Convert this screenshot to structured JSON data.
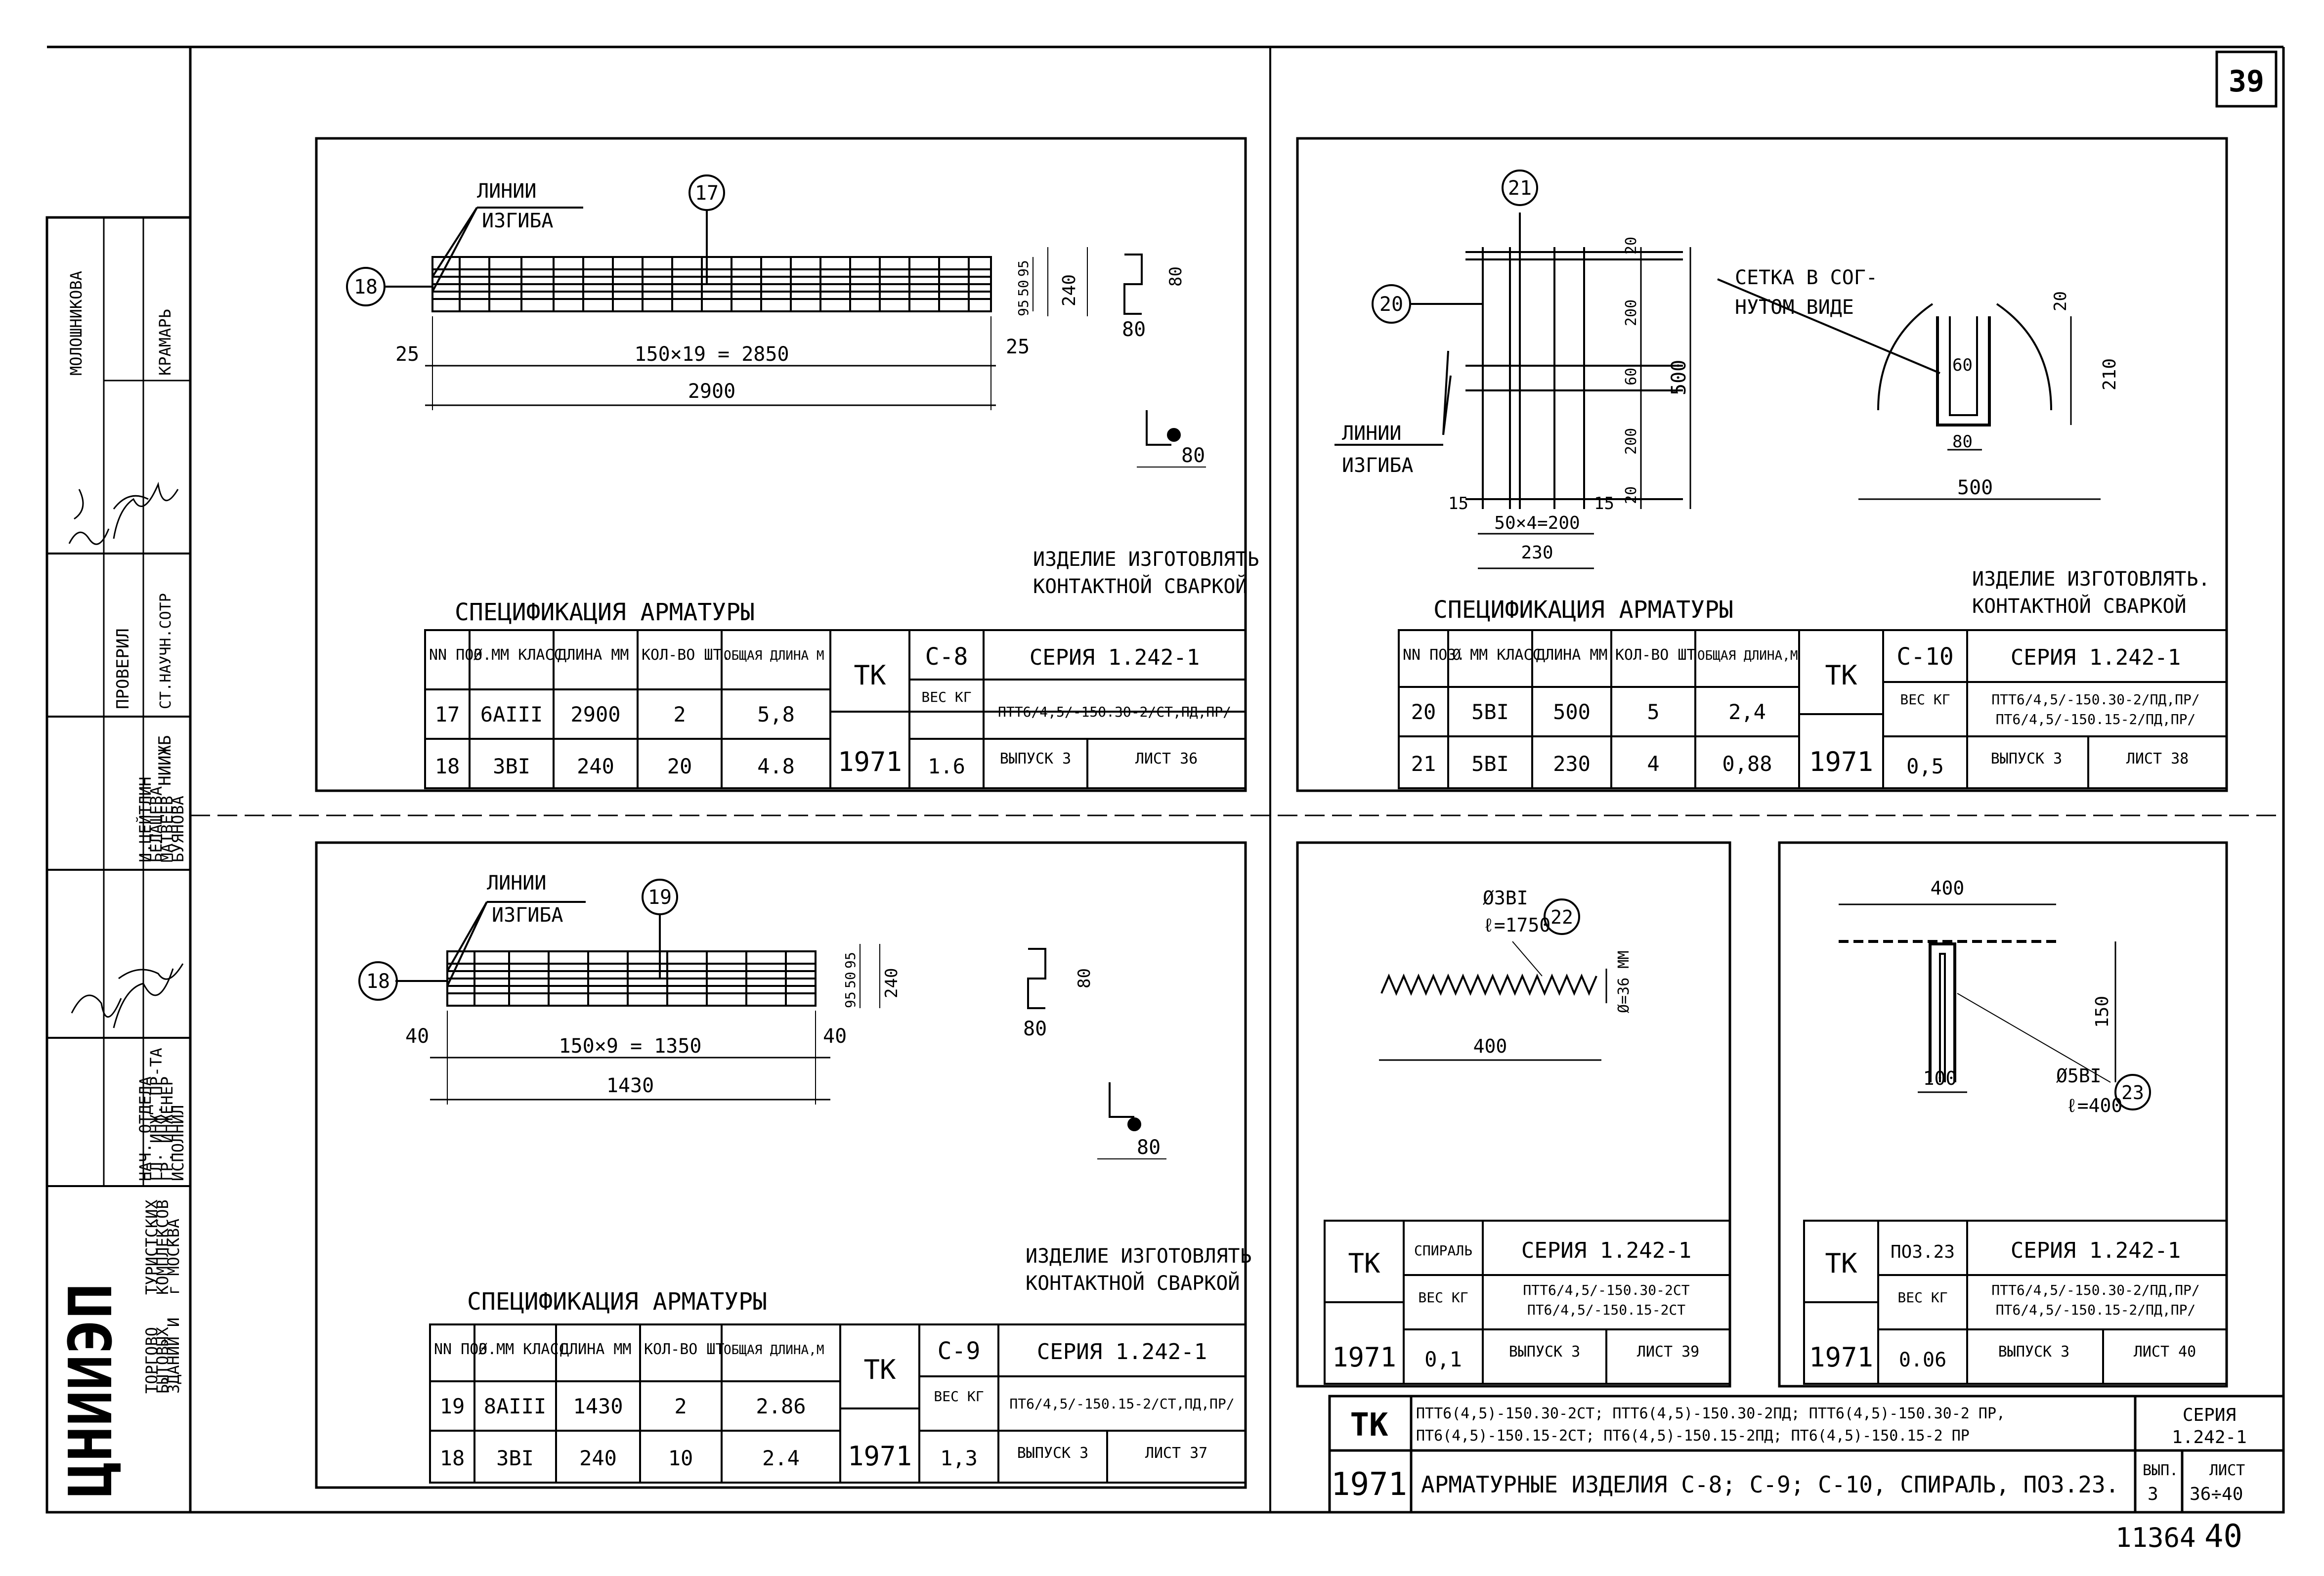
{
  "sheet_number": "39",
  "bottom_numbers": {
    "archive": "11364",
    "page": "40"
  },
  "side_stamp": {
    "org": "ЦНИИЭП",
    "org_full": [
      "ТОРГОВО",
      "БЫТОВЫХ",
      "ЗДАНИЙ И",
      "ТУРИСТСКИХ",
      "КОМПЛЕКСОВ",
      "г МОСКВА"
    ],
    "roles": [
      "НАЧ. ОТДЕЛА",
      "ГЛ. ИНЖ. ПР-ТА",
      "ГР. ИНЖЕНЕР",
      "ИСПОЛНИЛ"
    ],
    "names": [
      "И.ЦЕЙТЛИН",
      "БЕЛАЩЕВА",
      "МАТВЕЕВ",
      "БУЯНОВА"
    ],
    "check": {
      "label": "ПРОВЕРИЛ",
      "role": "СТ.НАУЧН.СОТР",
      "org": "НИИЖБ"
    },
    "check_names": [
      "МОЛОШНИКОВА",
      "КРАМАРЬ"
    ]
  },
  "panels": {
    "c8": {
      "labels": {
        "bend": "ЛИНИИ",
        "bend2": "ИЗГИБА",
        "pos17": "17",
        "pos18": "18"
      },
      "dims": {
        "span": "150×19 = 2850",
        "total": "2900",
        "left": "25",
        "right": "25",
        "h1": "95",
        "h2": "50",
        "h3": "95",
        "h_tot": "240",
        "w80": "80",
        "h80": "80",
        "l80": "80"
      },
      "note": [
        "ИЗДЕЛИЕ ИЗГОТОВЛЯТЬ",
        "КОНТАКТНОЙ СВАРКОЙ"
      ],
      "spec_title": "СПЕЦИФИКАЦИЯ АРМАТУРЫ",
      "headers": [
        "NN ПОЗ.",
        "Ø ММ КЛАСС",
        "ДЛИНА ММ",
        "КОЛ-ВО ШТ.",
        "ОБЩАЯ ДЛИНА М"
      ],
      "rows": [
        [
          "17",
          "6АIII",
          "2900",
          "2",
          "5,8"
        ],
        [
          "18",
          "3ВI",
          "240",
          "20",
          "4.8"
        ]
      ],
      "tk": "ТК",
      "mark": "С-8",
      "series": "СЕРИЯ 1.242-1",
      "weight_label": "ВЕС КГ",
      "weight": "1.6",
      "year": "1971",
      "products": "ПТТ6/4,5/-150.30-2/СТ,ПД,ПР/",
      "issue": "ВЫПУСК 3",
      "sheet": "ЛИСТ 36"
    },
    "c9": {
      "labels": {
        "bend": "ЛИНИИ",
        "bend2": "ИЗГИБА",
        "pos19": "19",
        "pos18": "18"
      },
      "dims": {
        "span": "150×9 = 1350",
        "total": "1430",
        "left": "40",
        "right": "40",
        "h1": "95",
        "h2": "50",
        "h3": "95",
        "h_tot": "240",
        "w80": "80",
        "h80": "80",
        "l80": "80"
      },
      "note": [
        "ИЗДЕЛИЕ ИЗГОТОВЛЯТЬ",
        "КОНТАКТНОЙ СВАРКОЙ"
      ],
      "spec_title": "СПЕЦИФИКАЦИЯ АРМАТУРЫ",
      "headers": [
        "NN ПОЗ.",
        "Ø ММ КЛАСС",
        "ДЛИНА ММ",
        "КОЛ-ВО ШТ",
        "ОБЩАЯ ДЛИНА,М"
      ],
      "rows": [
        [
          "19",
          "8АIII",
          "1430",
          "2",
          "2.86"
        ],
        [
          "18",
          "3ВI",
          "240",
          "10",
          "2.4"
        ]
      ],
      "tk": "ТК",
      "mark": "С-9",
      "series": "СЕРИЯ 1.242-1",
      "weight_label": "ВЕС КГ",
      "weight": "1,3",
      "year": "1971",
      "products": "ПТ6/4,5/-150.15-2/СТ,ПД,ПР/",
      "issue": "ВЫПУСК 3",
      "sheet": "ЛИСТ 37"
    },
    "c10": {
      "labels": {
        "pos21": "21",
        "pos20": "20",
        "bend": "ЛИНИИ",
        "bend2": "ИЗГИБА",
        "mesh": "СЕТКА В СОГ-",
        "mesh2": "НУТОМ ВИДЕ"
      },
      "dims": {
        "d20a": "20",
        "d200a": "200",
        "d60": "60",
        "d200b": "200",
        "d20b": "20",
        "d500": "500",
        "span": "50×4=200",
        "l15": "15",
        "r15": "15",
        "total": "230",
        "r20": "20",
        "r210": "210",
        "r60": "60",
        "r80": "80",
        "r500": "500"
      },
      "note": [
        "ИЗДЕЛИЕ ИЗГОТОВЛЯТЬ.",
        "КОНТАКТНОЙ СВАРКОЙ"
      ],
      "spec_title": "СПЕЦИФИКАЦИЯ АРМАТУРЫ",
      "headers": [
        "NN ПОЗ.",
        "Ø ММ КЛАСС",
        "ДЛИНА ММ",
        "КОЛ-ВО ШТ",
        "ОБЩАЯ ДЛИНА,М"
      ],
      "rows": [
        [
          "20",
          "5ВI",
          "500",
          "5",
          "2,4"
        ],
        [
          "21",
          "5ВI",
          "230",
          "4",
          "0,88"
        ]
      ],
      "tk": "ТК",
      "mark": "С-10",
      "series": "СЕРИЯ 1.242-1",
      "weight_label": "ВЕС КГ",
      "weight": "0,5",
      "year": "1971",
      "products": [
        "ПТТ6/4,5/-150.30-2/ПД,ПР/",
        "ПТ6/4,5/-150.15-2/ПД,ПР/"
      ],
      "issue": "ВЫПУСК 3",
      "sheet": "ЛИСТ 38"
    },
    "spiral": {
      "labels": {
        "dia": "Ø3ВI",
        "len": "ℓ=1750",
        "pos": "22",
        "height": "Ø=36 ММ",
        "width": "400"
      },
      "tk": "ТК",
      "mark": "СПИРАЛЬ",
      "series": "СЕРИЯ 1.242-1",
      "weight_label": "ВЕС КГ",
      "weight": "0,1",
      "year": "1971",
      "products": [
        "ПТТ6/4,5/-150.30-2СТ",
        "ПТ6/4,5/-150.15-2СТ"
      ],
      "issue": "ВЫПУСК 3",
      "sheet": "ЛИСТ 39"
    },
    "pos23": {
      "labels": {
        "w400": "400",
        "h150": "150",
        "w100": "100",
        "dia": "Ø5ВI",
        "len": "ℓ=400",
        "pos": "23"
      },
      "tk": "ТК",
      "mark": "ПОЗ.23",
      "series": "СЕРИЯ 1.242-1",
      "weight_label": "ВЕС КГ",
      "weight": "0.06",
      "year": "1971",
      "products": [
        "ПТТ6/4,5/-150.30-2/ПД,ПР/",
        "ПТ6/4,5/-150.15-2/ПД,ПР/"
      ],
      "issue": "ВЫПУСК 3",
      "sheet": "ЛИСТ 40"
    }
  },
  "title_block": {
    "tk": "ТК",
    "year": "1971",
    "products_line1": "ПТТ6(4,5)-150.30-2СТ; ПТТ6(4,5)-150.30-2ПД; ПТТ6(4,5)-150.30-2 ПР,",
    "products_line2": "ПТ6(4,5)-150.15-2СТ; ПТ6(4,5)-150.15-2ПД; ПТ6(4,5)-150.15-2 ПР",
    "series_label": "СЕРИЯ",
    "series": "1.242-1",
    "title": "АРМАТУРНЫЕ ИЗДЕЛИЯ С-8; С-9; С-10, СПИРАЛЬ, ПОЗ.23.",
    "issue_label": "ВЫП.",
    "issue": "3",
    "sheet_label": "ЛИСТ",
    "sheets": "36÷40"
  }
}
